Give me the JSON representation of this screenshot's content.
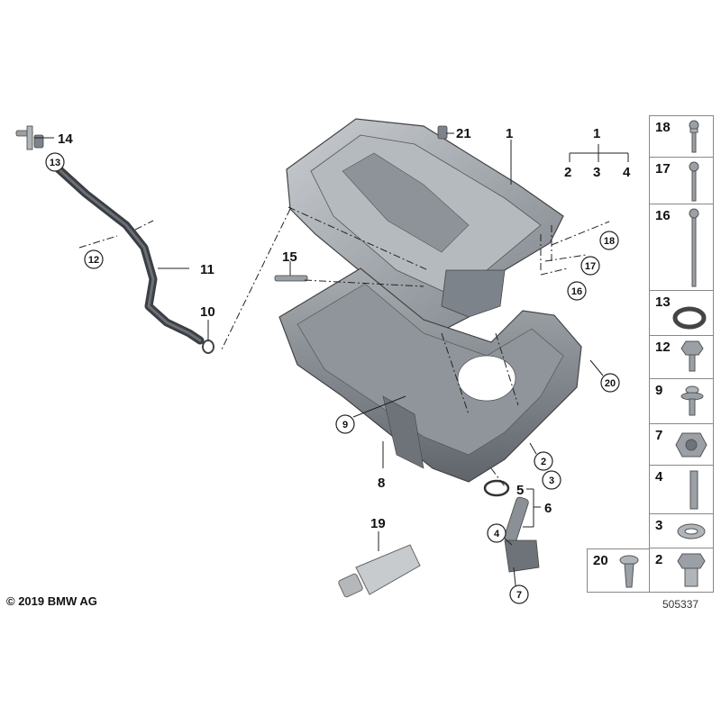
{
  "copyright": "© 2019 BMW AG",
  "diagram_number": "505337",
  "callouts": {
    "c1": "1",
    "c2": "2",
    "c3": "3",
    "c4": "4",
    "c1b": "1",
    "c21": "21",
    "c14": "14",
    "c13": "13",
    "c12": "12",
    "c11": "11",
    "c10": "10",
    "c15": "15",
    "c18": "18",
    "c17": "17",
    "c16": "16",
    "c20": "20",
    "c9": "9",
    "c8": "8",
    "c2b": "2",
    "c3b": "3",
    "c5": "5",
    "c6": "6",
    "c4b": "4",
    "c7": "7",
    "c19": "19"
  },
  "legend": [
    "18",
    "17",
    "16",
    "13",
    "12",
    "9",
    "7",
    "4",
    "3",
    "2"
  ],
  "legend_extra": "20",
  "colors": {
    "part_gray": "#9aa0a6",
    "part_dark": "#5f656b",
    "hose": "#3b3f44",
    "line": "#222222"
  }
}
